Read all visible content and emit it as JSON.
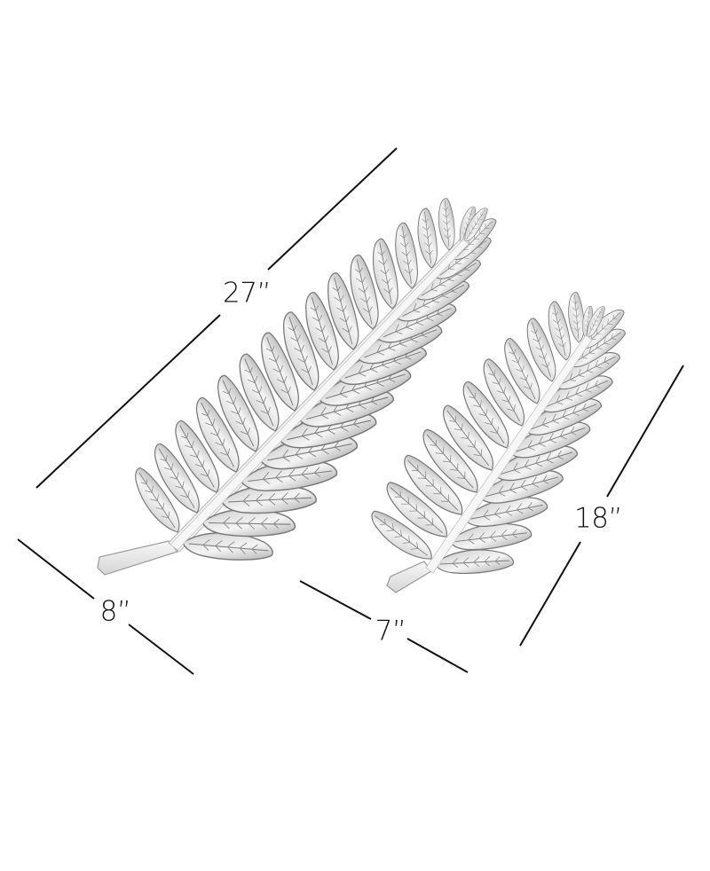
{
  "image": {
    "description": "Product photo of two silver metal fern-leaf shaped decorative trays with dimension annotations",
    "background": "#ffffff"
  },
  "products": [
    {
      "name": "large-fern-leaf-tray",
      "length_label": "27”",
      "width_label": "8”",
      "leaflet_pairs": 15
    },
    {
      "name": "small-fern-leaf-tray",
      "length_label": "18”",
      "width_label": "7”",
      "leaflet_pairs": 12
    }
  ],
  "dimensions": {
    "large_length": "27”",
    "large_width": "8”",
    "small_width": "7”",
    "small_length": "18”"
  },
  "colors": {
    "line": "#111111",
    "silver_light": "#f1f1f1",
    "silver_mid": "#cfcfcf",
    "silver_dark": "#8a8a8a",
    "silver_shadow": "#5a5a5a"
  }
}
